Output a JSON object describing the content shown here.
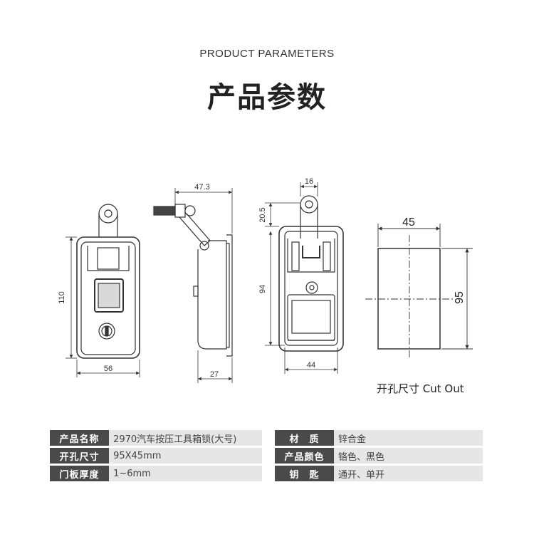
{
  "header": {
    "subtitle": "PRODUCT PARAMETERS",
    "title": "产品参数"
  },
  "drawings": {
    "front": {
      "height": "110",
      "width": "56"
    },
    "side": {
      "top_width": "47.3",
      "bottom_width": "27"
    },
    "back": {
      "top_width": "16",
      "offset": "20.5",
      "height": "94",
      "width": "44"
    },
    "cutout": {
      "width": "45",
      "height": "95",
      "caption": "开孔尺寸 Cut Out"
    }
  },
  "specs": [
    {
      "label": "产品名称",
      "value": "2970汽车按压工具箱锁(大号)",
      "label2": "材　质",
      "value2": "锌合金"
    },
    {
      "label": "开孔尺寸",
      "value": "95X45mm",
      "label2": "产品颜色",
      "value2": "铬色、黑色"
    },
    {
      "label": "门板厚度",
      "value": "1~6mm",
      "label2": "钥　匙",
      "value2": "通开、单开"
    }
  ]
}
